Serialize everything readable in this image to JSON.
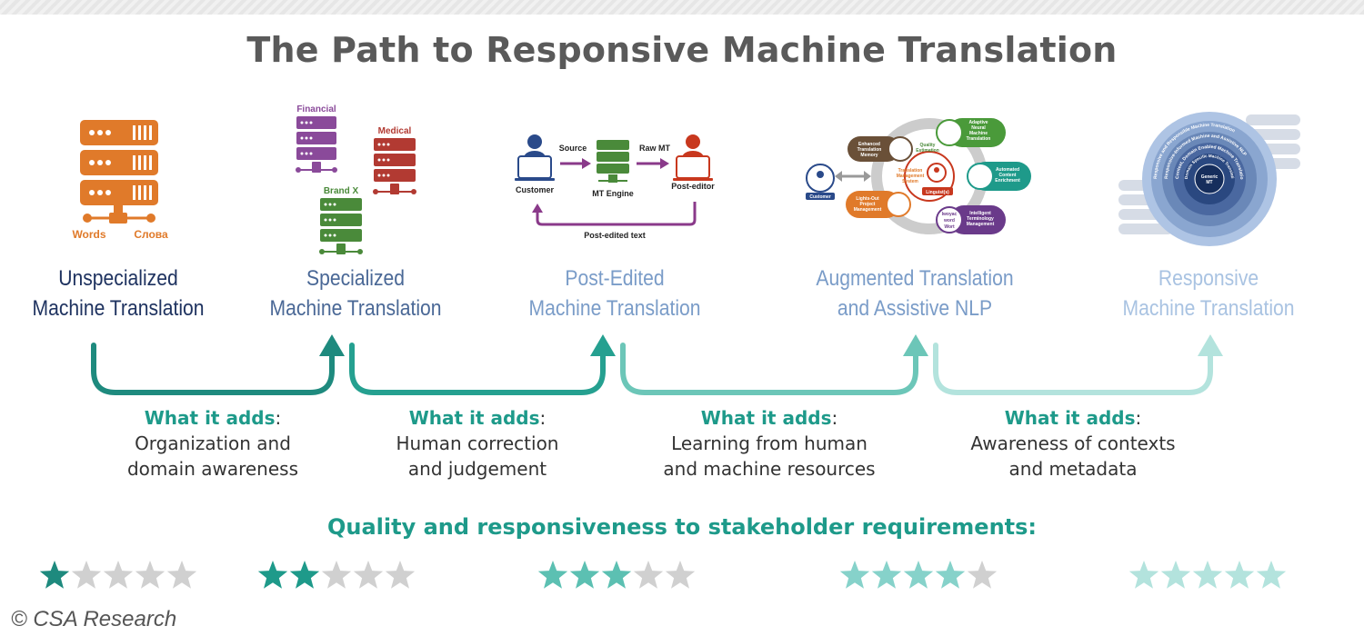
{
  "title": "The Path to Responsive Machine Translation",
  "stages": [
    {
      "line1": "Unspecialized",
      "line2": "Machine Translation",
      "color": "#1f3360"
    },
    {
      "line1": "Specialized",
      "line2": "Machine Translation",
      "color": "#4a6896"
    },
    {
      "line1": "Post-Edited",
      "line2": "Machine Translation",
      "color": "#7a9cc8"
    },
    {
      "line1": "Augmented Translation",
      "line2": "and Assistive NLP",
      "color": "#7a9cc8"
    },
    {
      "line1": "Responsive",
      "line2": "Machine Translation",
      "color": "#a9c3e2"
    }
  ],
  "adds": [
    {
      "head": "What it adds",
      "line1": "Organization and",
      "line2": "domain awareness"
    },
    {
      "head": "What it adds",
      "line1": "Human correction",
      "line2": "and judgement"
    },
    {
      "head": "What it adds",
      "line1": "Learning from human",
      "line2": "and machine resources"
    },
    {
      "head": "What it adds",
      "line1": "Awareness of contexts",
      "line2": "and metadata"
    }
  ],
  "quality_heading": "Quality and responsiveness to stakeholder requirements:",
  "ratings": [
    {
      "filled": 1,
      "total": 5,
      "color": "#1e8a7e"
    },
    {
      "filled": 2,
      "total": 5,
      "color": "#1e9a8a"
    },
    {
      "filled": 3,
      "total": 5,
      "color": "#5cc0b2"
    },
    {
      "filled": 4,
      "total": 5,
      "color": "#86d2ca"
    },
    {
      "filled": 5,
      "total": 5,
      "color": "#b3e3dd"
    }
  ],
  "icons": {
    "unspecialized": {
      "left": "Words",
      "right": "Слова"
    },
    "specialized": {
      "a": "Financial",
      "b": "Medical",
      "c": "Brand X"
    },
    "post_edited": {
      "customer": "Customer",
      "source": "Source",
      "engine": "MT Engine",
      "raw": "Raw MT",
      "editor": "Post-editor",
      "return": "Post-edited text"
    },
    "augmented": {
      "customer": "Customer",
      "center1": "Translation",
      "center2": "Management",
      "center3": "System",
      "linguist": "Linguist(s)",
      "quality1": "Quality",
      "quality2": "Estimation",
      "etm1": "Enhanced",
      "etm2": "Translation",
      "etm3": "Memory",
      "nmt1": "Adaptive",
      "nmt2": "Neural",
      "nmt3": "Machine",
      "nmt4": "Translation",
      "ace1": "Automated",
      "ace2": "Content",
      "ace3": "Enrichment",
      "itm1": "Intelligent",
      "itm2": "Terminology",
      "itm3": "Management",
      "lights1": "Lights-Out",
      "lights2": "Project",
      "lights3": "Management",
      "word1": "Iwoyac",
      "word2": "word",
      "word3": "Wort"
    },
    "responsive": {
      "ring1": "Responsive and Responsible Machine Translation",
      "ring2": "Responsive-Informed Machine and Assistive NLP",
      "ring3": "Context, Domain Enabled Machine Translation",
      "ring4": "Domain Specific Machine Translation",
      "core1": "Generic",
      "core2": "MT"
    }
  },
  "credit": "© CSA Research"
}
